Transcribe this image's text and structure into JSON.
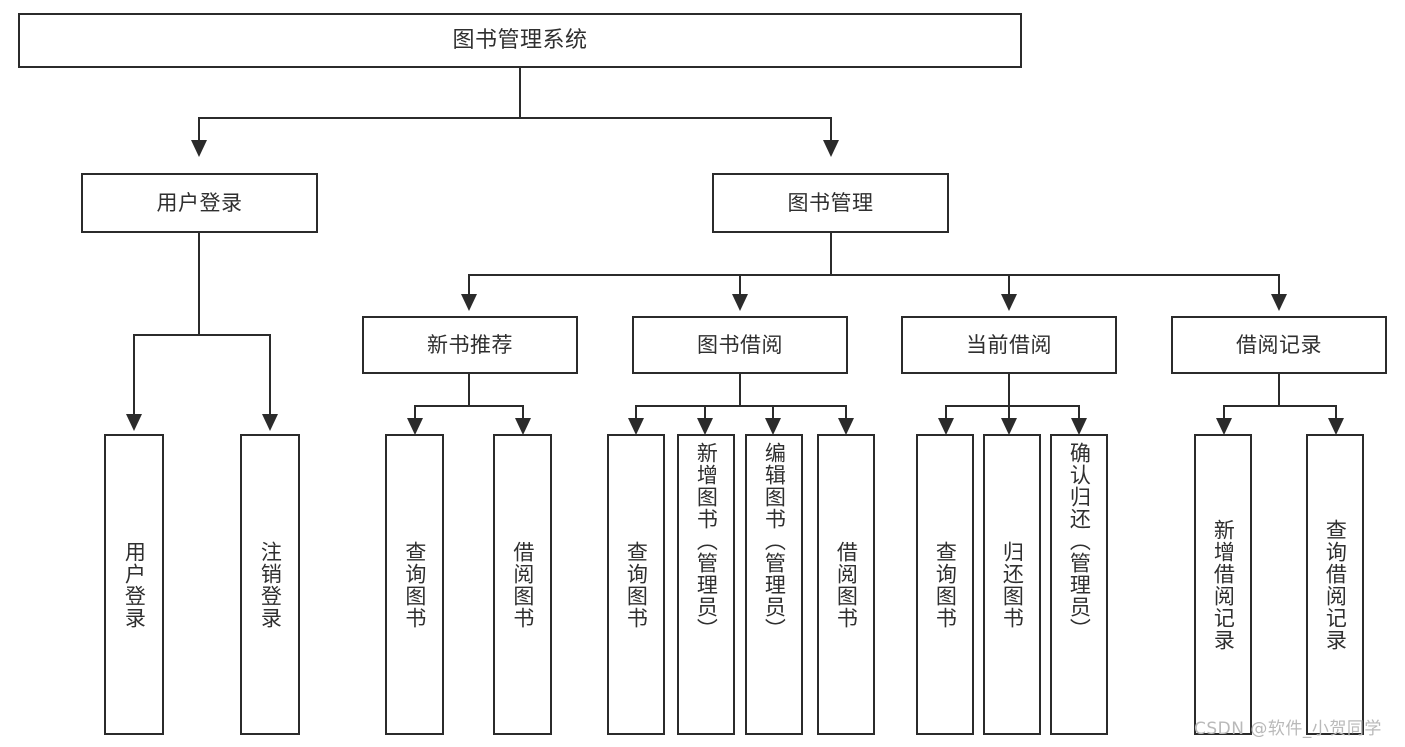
{
  "diagram": {
    "title": "图书管理系统",
    "type": "tree-hierarchy-chart",
    "orientation": "top-down",
    "colors": {
      "node_border": "#2b2b2b",
      "node_fill": "#ffffff",
      "text": "#2f2f2f",
      "connector": "#2b2b2b",
      "watermark": "#b9b9b9",
      "background": "#ffffff"
    }
  },
  "root": {
    "label": "图书管理系统"
  },
  "level2": [
    {
      "id": "user-login",
      "label": "用户登录"
    },
    {
      "id": "book-manage",
      "label": "图书管理"
    }
  ],
  "level3": [
    {
      "id": "new-book-recommend",
      "label": "新书推荐"
    },
    {
      "id": "book-borrow",
      "label": "图书借阅"
    },
    {
      "id": "current-borrow",
      "label": "当前借阅"
    },
    {
      "id": "borrow-record",
      "label": "借阅记录"
    }
  ],
  "leaves": {
    "user_login": [
      {
        "id": "leaf-user-login",
        "label": "用户登录"
      },
      {
        "id": "leaf-logout-login",
        "label": "注销登录"
      }
    ],
    "new_book_recommend": [
      {
        "id": "leaf-query-book-1",
        "label": "查询图书"
      },
      {
        "id": "leaf-borrow-book-1",
        "label": "借阅图书"
      }
    ],
    "book_borrow": [
      {
        "id": "leaf-query-book-2",
        "label": "查询图书"
      },
      {
        "id": "leaf-add-book",
        "label": "新增图书（管理员）"
      },
      {
        "id": "leaf-edit-book",
        "label": "编辑图书（管理员）"
      },
      {
        "id": "leaf-borrow-book-2",
        "label": "借阅图书"
      }
    ],
    "current_borrow": [
      {
        "id": "leaf-query-book-3",
        "label": "查询图书"
      },
      {
        "id": "leaf-return-book",
        "label": "归还图书"
      },
      {
        "id": "leaf-confirm-return",
        "label": "确认归还（管理员）"
      }
    ],
    "borrow_record": [
      {
        "id": "leaf-add-record",
        "label": "新增借阅记录"
      },
      {
        "id": "leaf-query-record",
        "label": "查询借阅记录"
      }
    ]
  },
  "watermark": {
    "text": "CSDN @软件_小贺同学"
  }
}
